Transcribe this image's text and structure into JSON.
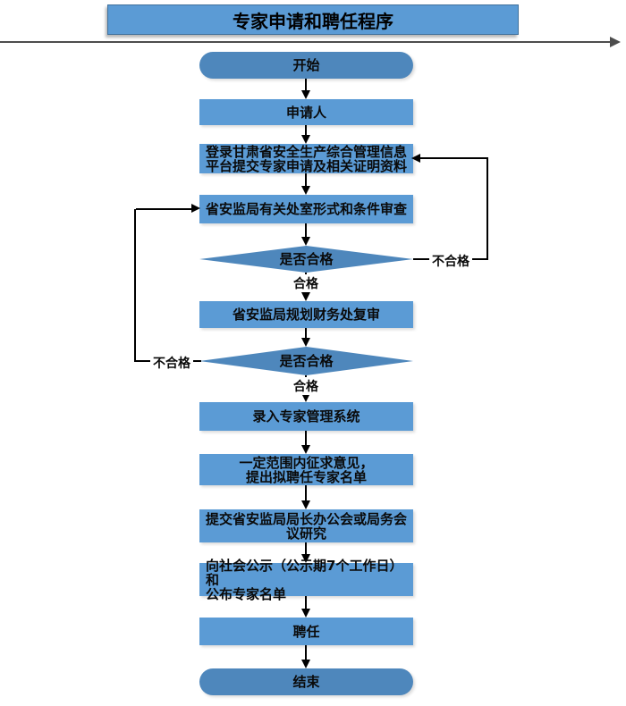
{
  "diagram": {
    "title": "专家申请和聘任程序",
    "nodes": {
      "start": "开始",
      "applicant": "申请人",
      "submit": "登录甘肃省安全生产综合管理信息\n平台提交专家申请及相关证明资料",
      "format_review": "省安监局有关处室形式和条件审查",
      "decision1": "是否合格",
      "finance_review": "省安监局规划财务处复审",
      "decision2": "是否合格",
      "register": "录入专家管理系统",
      "solicit": "一定范围内征求意见，\n提出拟聘任专家名单",
      "meeting": "提交省安监局局长办公会或局务会\n议研究",
      "publicity": "向社会公示（公示期7个工作日）和\n公布专家名单",
      "appoint": "聘任",
      "end": "结束"
    },
    "edge_labels": {
      "pass1": "合格",
      "fail1": "不合格",
      "pass2": "合格",
      "fail2": "不合格"
    },
    "colors": {
      "title_fill": "#5b9bd5",
      "title_border": "#41719c",
      "process_fill": "#5b9bd5",
      "terminator_fill": "#4e87bc",
      "decision_fill": "#4e87bc",
      "connector": "#000000"
    }
  }
}
